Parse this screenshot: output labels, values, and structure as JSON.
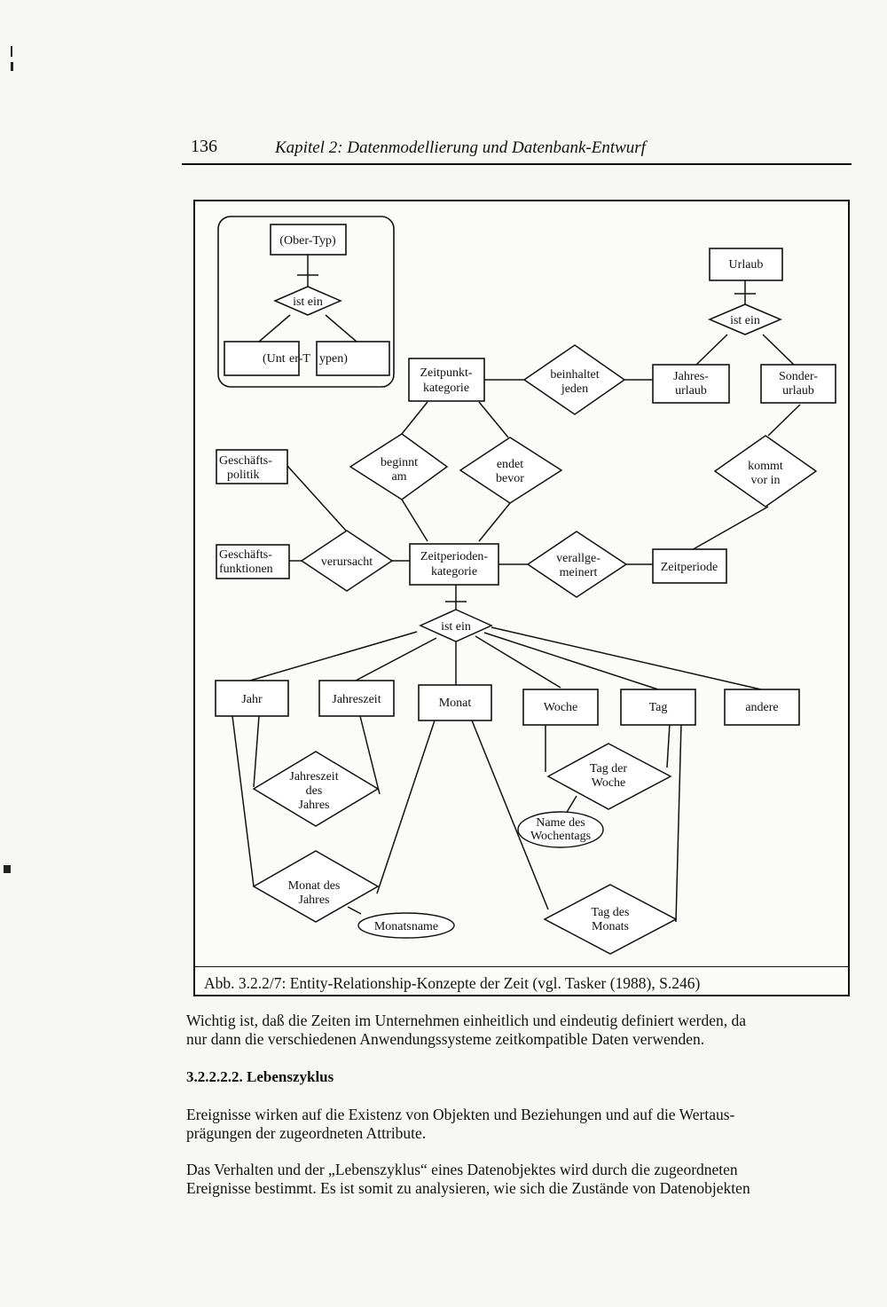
{
  "header": {
    "page_number": "136",
    "chapter_title": "Kapitel 2: Datenmodellierung und Datenbank-Entwurf"
  },
  "legend": {
    "super_type": "(Ober-Typ)",
    "relation": "ist ein",
    "sub_types_left": "(Unt",
    "sub_types_mid": "er-T",
    "sub_types_right": "ypen)"
  },
  "entities": {
    "urlaub": "Urlaub",
    "jahresurlaub": [
      "Jahres-",
      "urlaub"
    ],
    "sonderurlaub": [
      "Sonder-",
      "urlaub"
    ],
    "zeitpunktkategorie": [
      "Zeitpunkt-",
      "kategorie"
    ],
    "geschaeftspolitik": [
      "Geschäfts-",
      "politik"
    ],
    "geschaeftsfunktionen": [
      "Geschäfts-",
      "funktionen"
    ],
    "zeitperiodenkategorie": [
      "Zeitperioden-",
      "kategorie"
    ],
    "zeitperiode": "Zeitperiode",
    "jahr": "Jahr",
    "jahreszeit": "Jahreszeit",
    "monat": "Monat",
    "woche": "Woche",
    "tag": "Tag",
    "andere": "andere"
  },
  "relationships": {
    "ist_ein_urlaub": "ist ein",
    "beinhaltet_jeden": [
      "beinhaltet",
      "jeden"
    ],
    "beginnt_am": [
      "beginnt",
      "am"
    ],
    "endet_bevor": [
      "endet",
      "bevor"
    ],
    "kommt_vor_in": [
      "kommt",
      "vor in"
    ],
    "verursacht": "verursacht",
    "verallgemeinert": [
      "verallge-",
      "meinert"
    ],
    "ist_ein_zeitperiode": "ist ein",
    "jahreszeit_des_jahres": [
      "Jahreszeit",
      "des",
      "Jahres"
    ],
    "tag_der_woche": [
      "Tag der",
      "Woche"
    ],
    "monat_des_jahres": [
      "Monat des",
      "Jahres"
    ],
    "tag_des_monats": [
      "Tag des",
      "Monats"
    ]
  },
  "attributes": {
    "name_des_wochentags": [
      "Name des",
      "Wochentags"
    ],
    "monatsname": "Monatsname"
  },
  "caption": "Abb. 3.2.2/7:  Entity-Relationship-Konzepte der Zeit (vgl. Tasker (1988), S.246)",
  "paragraphs": {
    "p1_line1": "Wichtig ist, daß die Zeiten im Unternehmen einheitlich und eindeutig definiert werden, da",
    "p1_line2": "nur dann die verschiedenen Anwendungssysteme zeitkompatible Daten verwenden.",
    "section_heading": "3.2.2.2.2. Lebenszyklus",
    "p2_line1": "Ereignisse wirken auf die Existenz von Objekten und Beziehungen und auf die Wertaus-",
    "p2_line2": "prägungen der zugeordneten Attribute.",
    "p3_line1": "Das Verhalten und der „Lebenszyklus“ eines Datenobjektes wird durch die zugeordneten",
    "p3_line2": "Ereignisse bestimmt. Es ist somit zu analysieren, wie sich die Zustände von Datenobjekten"
  }
}
